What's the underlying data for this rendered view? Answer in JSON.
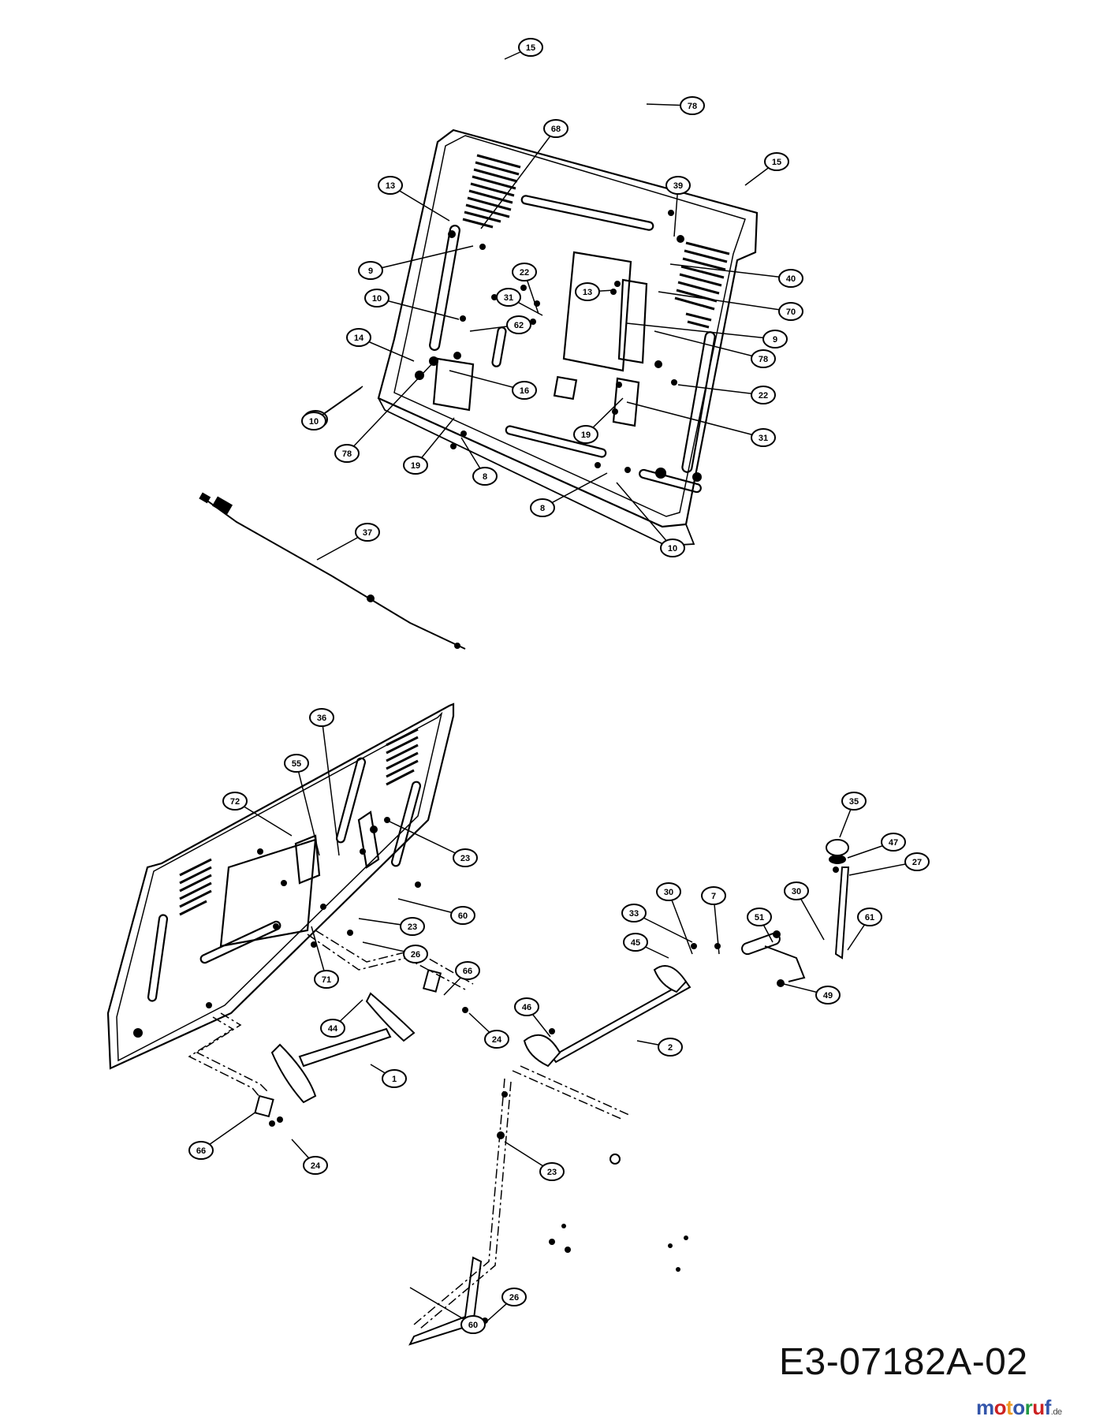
{
  "drawing_id": "E3-07182A-02",
  "watermark": {
    "letters": [
      "m",
      "o",
      "t",
      "o",
      "r",
      "u",
      "f"
    ],
    "letter_colors": [
      "#3355aa",
      "#cc2222",
      "#ee9922",
      "#3355aa",
      "#229944",
      "#cc2222",
      "#3355aa"
    ],
    "tld": ".de"
  },
  "callout_labels": [
    "15",
    "78",
    "68",
    "15",
    "13",
    "39",
    "9",
    "22",
    "40",
    "13",
    "31",
    "70",
    "10",
    "62",
    "9",
    "14",
    "78",
    "22",
    "16",
    "31",
    "10",
    "19",
    "10",
    "78",
    "19",
    "8",
    "8",
    "10",
    "37",
    "36",
    "55",
    "72",
    "23",
    "60",
    "23",
    "26",
    "71",
    "35",
    "47",
    "27",
    "30",
    "7",
    "51",
    "30",
    "61",
    "33",
    "45",
    "49",
    "66",
    "46",
    "44",
    "24",
    "2",
    "1",
    "66",
    "24",
    "23",
    "26",
    "60"
  ]
}
